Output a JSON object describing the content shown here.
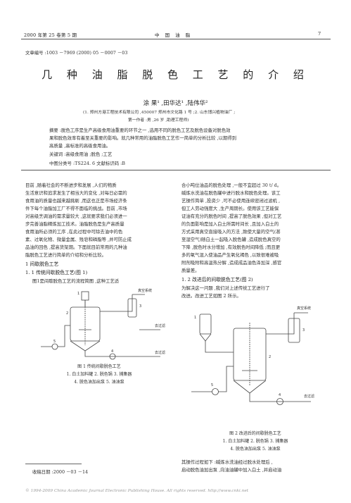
{
  "header": {
    "left": "2000 年第 25 卷第 5 期",
    "center": "中 国 油 脂",
    "page": "7"
  },
  "article_id": "文章编号 :1003 －7969 (2000) 05 －0007 －03",
  "title": "几 种 油 脂 脱 色 工 艺 的 介 绍",
  "authors": "涂  果¹ ,田华达¹ ,陆伟华²",
  "affiliation": "(1. 郑州方港工程技术有限公司 ,450007 郑州市文化路 1 号 ;2. 山东博兴植物油厂 ;",
  "first_author": "第一作者 :男 ,26 岁 ,助理工程师)",
  "abstract": [
    "摘要 :脱色工序是生产高级食用油重要的环节之一 ,选用不同的脱色工艺及脱色设备对脱色效",
    "果和脱色效率有着至关重要的影响。就几种常用的油脂脱色工艺作一简单的分析比较 ,以期得到",
    "高质量 ,高标准的高级食用油。"
  ],
  "keywords": "关键词 :高级食用油 ;脱色 ;工艺",
  "classification": "中图分类号 :TS224. 6        文献标识码 :B",
  "left_intro": [
    "目前 ,随着社会的不断进步和发展 ,人们的物质",
    "生活意识和追求发生了相当大的变化 ,对每日必需的",
    "食用油的质量也越来越挑剔 ,而这也正是市场经济条",
    "件下每个油脂加工厂不得不面临的挑战。目前 ,市场",
    "对高级烹调油的需求量较大 ,这就要求我们必须进一",
    "步完善油脂精炼加工技术。油脂脱色是生产高质量",
    "食用油所必须的工序 ,在此过程中可除去油中的色",
    "素、过氧化物、微量金属、残皂和磷脂等 ,并可防止成",
    "品油的回色 ,提高货架期。下面就目前常用的几种油",
    "脂脱色工艺进行简单的介绍和分析比较。"
  ],
  "sec1": "1   间歇脱色工艺",
  "sec11": "1. 1   传统间歇脱色工艺(图 1)",
  "sec11_text": "图1是间歇脱色工艺的流程简图 ,这种工艺适",
  "fig1": {
    "labels": {
      "vacuum": "真空系统",
      "steam": "去过滤",
      "bleach_oil": "去过滤",
      "n1": "1",
      "n2": "2",
      "n3": "3",
      "n4": "4",
      "n5": "5"
    },
    "caption": "图 1   传统间歇脱色工艺",
    "legend1": "1. 白土加料罐   2. 脱色锅   3. 捕集器",
    "legend2": "4. 脱色油加出泵   5. 油油泵"
  },
  "receive_date": "收稿日期 :2000 －03 －14",
  "right_col1": [
    "合小吨位油品的脱色处理 ,一般不宜超过 30 t/ d。",
    "碱炼水洗油在脱色罐中进行脱水和脱色处理。该工",
    "艺操作简单 ,投资少 ,可不必使用连续密闭过滤机 ,",
    "但工人劳动强度大 ,生产周期长。使用该工艺能保",
    "证油有充分的脱色时间 ,提高了脱色效果 ,但对工艺",
    "的负面影响是加入白土所需时间长 ,且加入白土的",
    "方式采用真空直接吸入的方法 ,致使大量的空气(甚",
    "至湿空气)随白土一起吸入脱色罐 ,造成脱色真空的",
    "下降 ,脱色时水分增加 ,有效脱色时间降低 ;而且更",
    "多的氧气混入使油品产生氧化褐色 ,以致很难被吸",
    "附剂吸附和高温热分解 ,造成成品油色泽加深 ,感官",
    "质量差。"
  ],
  "sec12": "1. 2   改进后的间歇脱色工艺(图 2)",
  "right_col2": [
    "为解决这一问题 ,我们对上述传统工艺进行了",
    "改进。改进工艺如图 2 所示。"
  ],
  "fig2": {
    "labels": {
      "vacuum": "真空系统",
      "out": "去过滤",
      "n1": "1",
      "n2": "2",
      "n3": "3",
      "n4": "4",
      "n5": "5"
    },
    "caption": "图 2   改进后的间歇脱色工艺",
    "legend1": "1. 白土加料罐   2. 脱色锅   3. 捕集器",
    "legend2": "4. 脱色油加出泵   5. 油油泵"
  },
  "right_col3": [
    "其操作过程如下 :碱炼水洗油经过脱水处理后 ,",
    "启动脱色油加出泵 ,向油油罐中加入白土 ,并启动油"
  ],
  "footer": "© 1994-2009 China Academic Journal Electronic Publishing House. All rights reserved.    http://www.cnki.net"
}
